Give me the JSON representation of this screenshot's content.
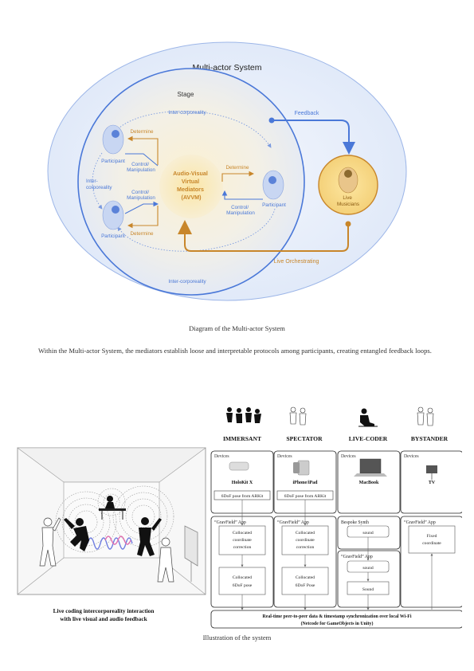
{
  "diagram1": {
    "title": "Multi-actor System",
    "stage": "Stage",
    "feedback": "Feedback",
    "inter_top": "Inter-corporeality",
    "inter_left_1": "Inter-",
    "inter_left_2": "corporeality",
    "inter_bottom": "Inter-corporeality",
    "participant": "Participant",
    "determine": "Determine",
    "control_1": "Control/",
    "control_2": "Manipulation",
    "avvm": [
      "Audio-Visual",
      "Virtual",
      "Mediators",
      "(AVVM)"
    ],
    "live_musicians": [
      "Live",
      "Musicians"
    ],
    "live_orchestrating": "Live Orchestrating",
    "colors": {
      "blue": "#4a78d8",
      "orange": "#c8862a",
      "yellow": "#f5d27a"
    }
  },
  "caption1": "Diagram of the Multi-actor System",
  "paragraph": "Within the Multi-actor System, the mediators establish loose and interpretable protocols among participants, creating entangled feedback loops.",
  "system": {
    "roles": [
      "IMMERSANT",
      "SPECTATOR",
      "LIVE-CODER",
      "BYSTANDER"
    ],
    "devices_label": "Devices",
    "devices": [
      "HoloKit X",
      "iPhone/iPad",
      "MacBook",
      "TV"
    ],
    "pose_label": "6DoF pose from ARKit",
    "app_label": "“GravField” App",
    "collocated_correction": [
      "Collocated",
      "coordinate",
      "correction"
    ],
    "collocated_pose_1": [
      "Collocated",
      "6DoF pose"
    ],
    "collocated_pose_2": [
      "Collocated",
      "6DoF Pose"
    ],
    "bespoke_synth": "Bespoke Synth",
    "sound_lower": "sound",
    "sound_upper": "Sound",
    "fixed_coordinate": [
      "Fixed",
      "coordinate"
    ],
    "bus_line1": "Real-time peer-to-peer data & timestamp synchronization over local Wi-Fi",
    "bus_line2": "(Netcode for GameObjects in Unity)"
  },
  "room_caption": [
    "Live coding intercorporeality interaction",
    "with live visual and audio feedback"
  ],
  "caption2": "Illustration of the system"
}
